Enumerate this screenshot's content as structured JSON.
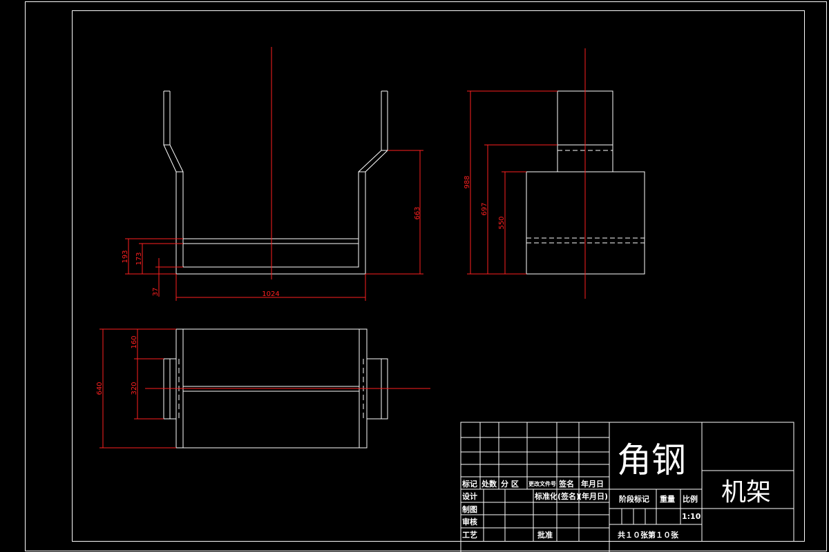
{
  "drawing": {
    "front_view": {
      "dims": {
        "height": "663",
        "width": "1024",
        "d193": "193",
        "d173": "173",
        "d37": "37"
      }
    },
    "side_view": {
      "dims": {
        "d988": "988",
        "d697": "697",
        "d550": "550"
      }
    },
    "top_view": {
      "dims": {
        "d640": "640",
        "d160": "160",
        "d320": "320"
      }
    }
  },
  "title_block": {
    "part_name": "角钢",
    "assembly_name": "机架",
    "headers": {
      "mark": "标记",
      "count": "处数",
      "zone": "分  区",
      "change_doc": "更改文件号",
      "signature": "签名",
      "date": "年月日"
    },
    "rows": {
      "design": "设计",
      "standardization": "标准化(签名)",
      "std_date": "(年月日)",
      "drafting": "制图",
      "review": "审核",
      "process": "工艺",
      "approve": "批准"
    },
    "stage_mark": "阶段标记",
    "weight": "重量",
    "scale_label": "比例",
    "scale_value": "1:10",
    "sheets": "共１０张第１０张"
  }
}
